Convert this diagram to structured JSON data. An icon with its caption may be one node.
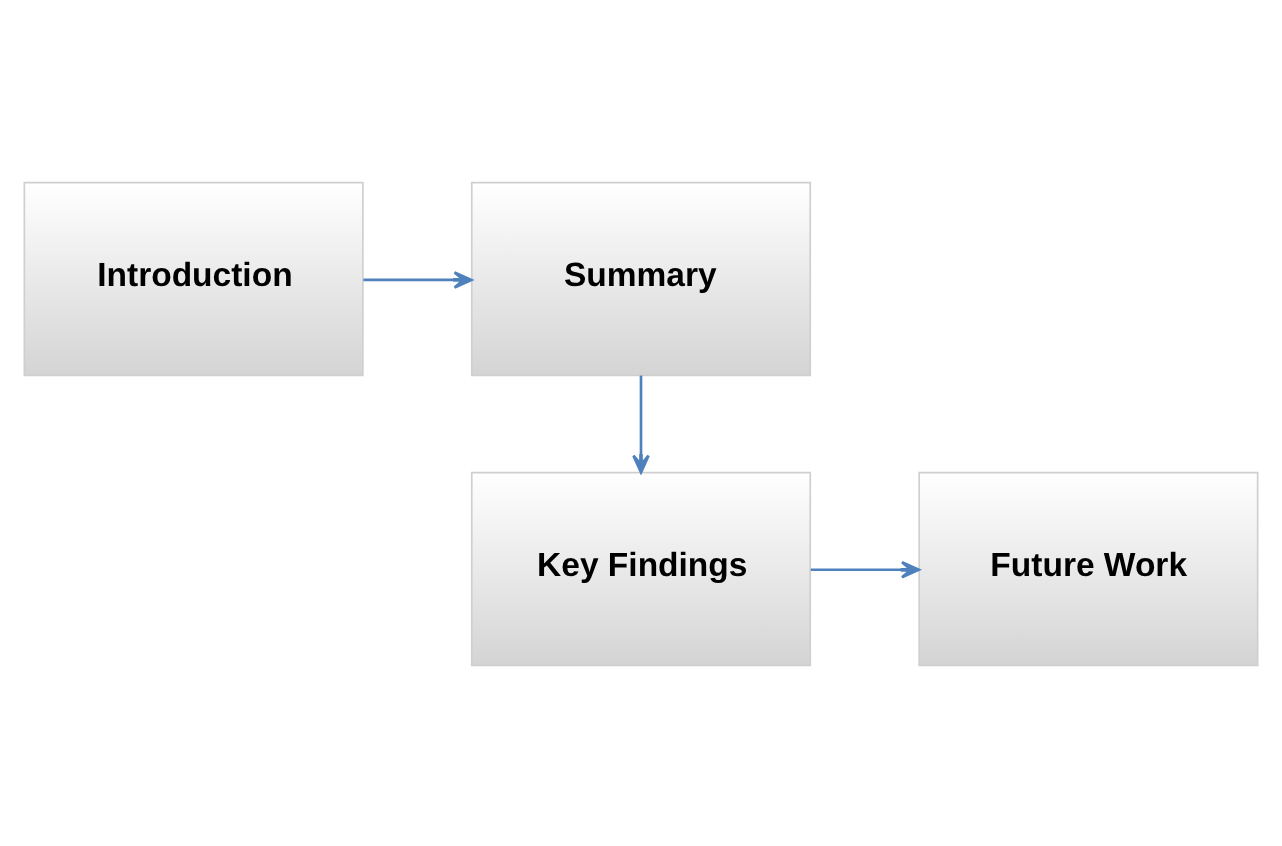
{
  "diagram": {
    "nodes": [
      {
        "text": [
          "Introduction"
        ]
      },
      {
        "text": [
          "Summary"
        ]
      },
      {
        "text": [
          "Key Findings"
        ]
      },
      {
        "text": [
          "Future Work"
        ]
      }
    ],
    "edges": [
      {
        "from": 0,
        "to": 1,
        "arrow": "to"
      },
      {
        "from": 1,
        "to": 2,
        "arrow": "to"
      },
      {
        "from": 2,
        "to": 3,
        "arrow": "to"
      }
    ]
  }
}
